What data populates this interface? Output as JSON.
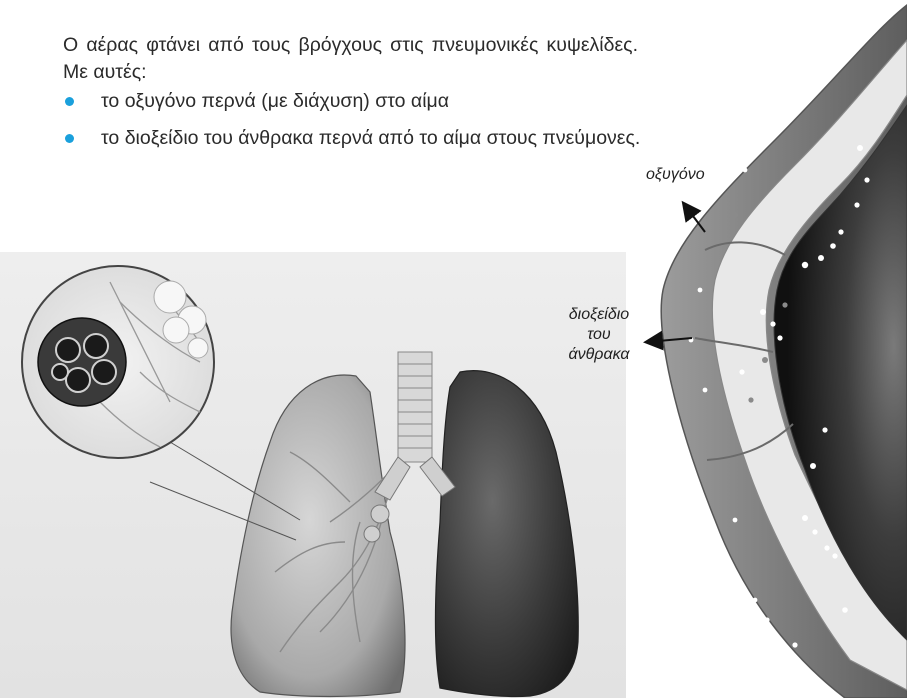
{
  "text": {
    "intro": "Ο αέρας φτάνει από τους βρόγχους στις πνευμονικές κυψελίδες. Με αυτές:",
    "bullets": [
      "το οξυγόνο περνά (με διάχυση) στο αίμα",
      "το διοξείδιο του άνθρακα περνά από το αίμα στους πνεύμονες."
    ]
  },
  "labels": {
    "oxygen": "οξυγόνο",
    "co2_line1": "διοξείδιο",
    "co2_line2": "του",
    "co2_line3": "άνθρακα"
  },
  "colors": {
    "bullet": "#1aa0dc"
  },
  "icons": {
    "bullet": "bullet-dot-icon",
    "lungs": "lungs-illustration",
    "alveolus": "alveolus-cross-section-illustration"
  }
}
